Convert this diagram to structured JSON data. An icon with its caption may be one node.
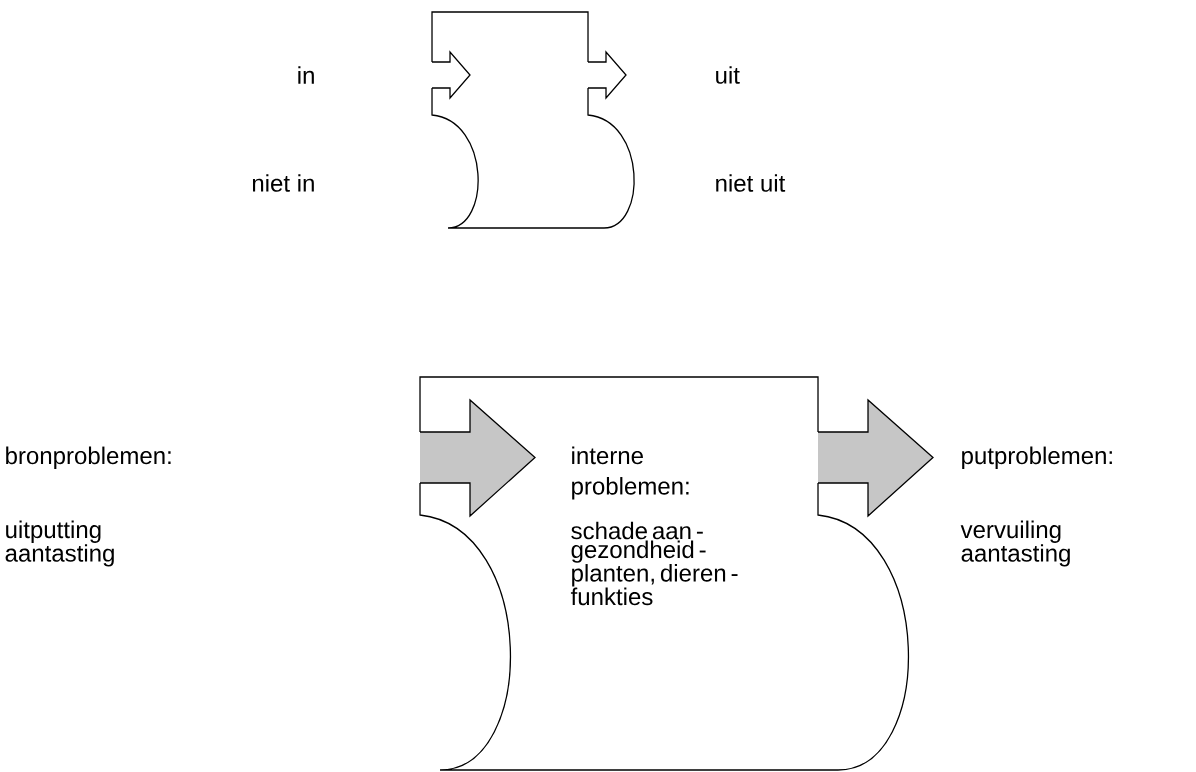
{
  "diagram": {
    "nodes": [
      {
        "text": [],
        "shape": "box"
      },
      {
        "text": [
          "interne problemen:",
          "schade aan -gezondheid -planten, dieren -funkties"
        ]
      }
    ],
    "labels": [
      "in",
      "uit",
      "niet in",
      "niet uit",
      "bronproblemen:",
      "uitputting aantasting",
      "putproblemen:",
      "vervuiling aantasting"
    ]
  }
}
